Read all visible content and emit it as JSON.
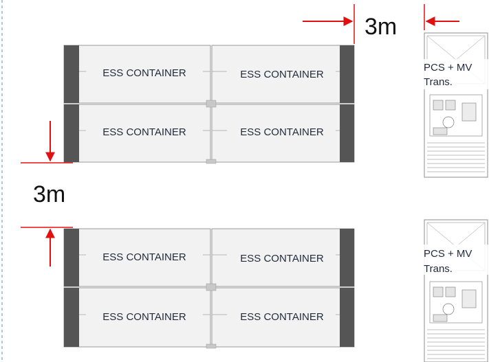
{
  "colors": {
    "arrow": "#e01010",
    "container_body": "#f2f2f2",
    "container_outline": "#9a9a9a",
    "container_end": "#4d4d4d",
    "page_border": "#6fa0d8",
    "pcs_outline": "#8c8c8c"
  },
  "containers": {
    "label": "ESS CONTAINER",
    "items": [
      {
        "group": "upper",
        "row": 1,
        "col": 1,
        "label": "ESS CONTAINER"
      },
      {
        "group": "upper",
        "row": 1,
        "col": 2,
        "label": "ESS CONTAINER"
      },
      {
        "group": "upper",
        "row": 2,
        "col": 1,
        "label": "ESS CONTAINER"
      },
      {
        "group": "upper",
        "row": 2,
        "col": 2,
        "label": "ESS CONTAINER"
      },
      {
        "group": "lower",
        "row": 1,
        "col": 1,
        "label": "ESS CONTAINER"
      },
      {
        "group": "lower",
        "row": 1,
        "col": 2,
        "label": "ESS CONTAINER"
      },
      {
        "group": "lower",
        "row": 2,
        "col": 1,
        "label": "ESS CONTAINER"
      },
      {
        "group": "lower",
        "row": 2,
        "col": 2,
        "label": "ESS CONTAINER"
      }
    ]
  },
  "pcs_units": [
    {
      "label_line1": "PCS + MV",
      "label_line2": "Trans."
    },
    {
      "label_line1": "PCS + MV",
      "label_line2": "Trans."
    }
  ],
  "dimensions": {
    "horizontal_gap": "3m",
    "vertical_gap": "3m"
  }
}
